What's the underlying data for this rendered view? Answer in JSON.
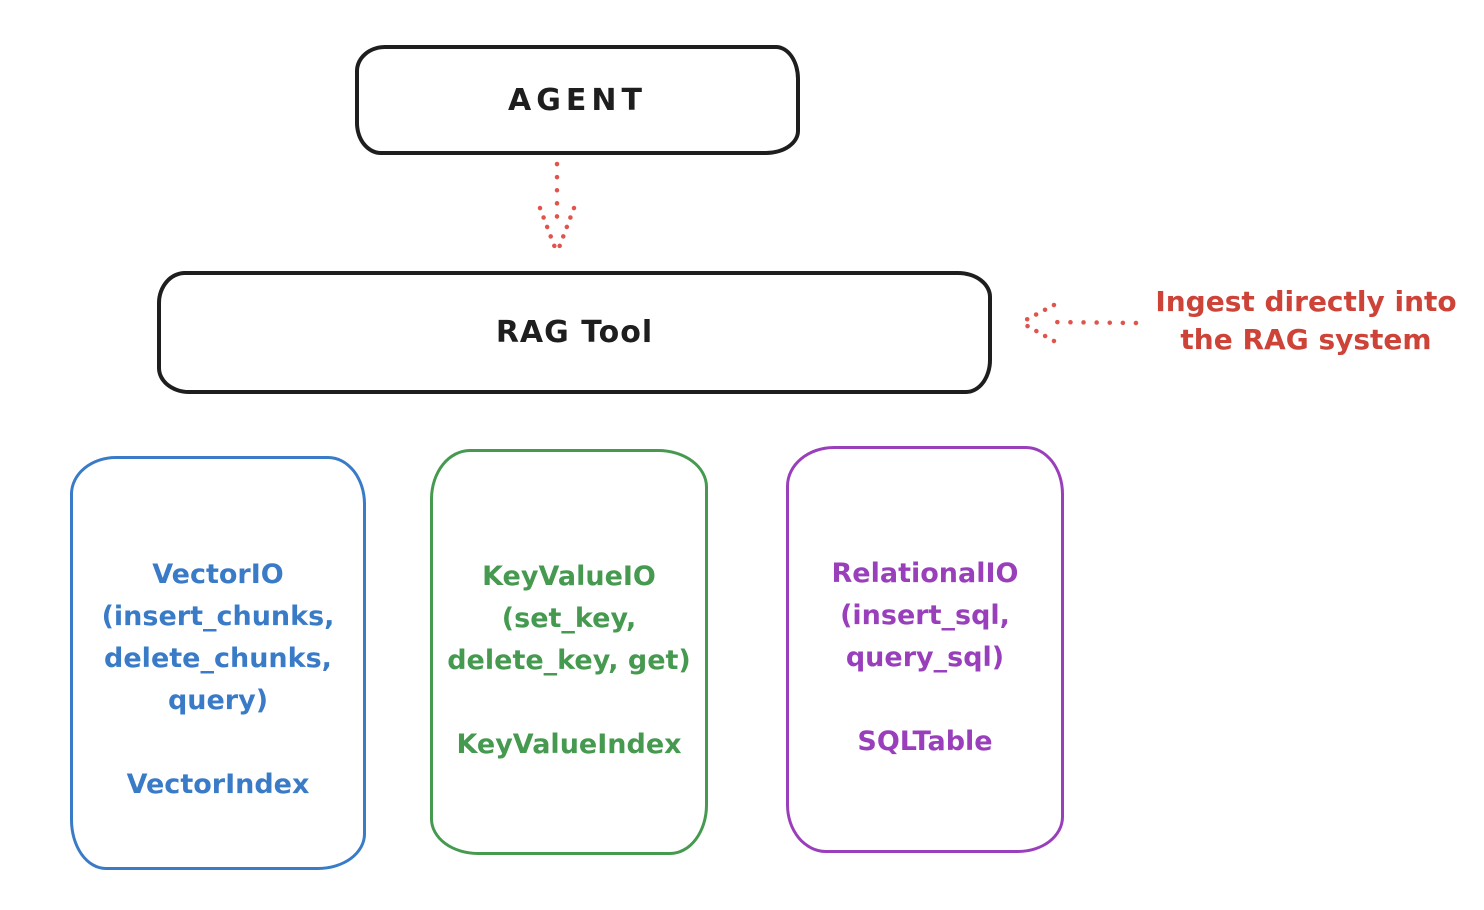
{
  "diagram": {
    "background_color": "#ffffff",
    "stroke_color": "#1e1e1e",
    "arrow_color": "#e0544c",
    "agent_box": {
      "label": "AGENT"
    },
    "rag_box": {
      "label": "RAG Tool"
    },
    "annotation": {
      "line1": "Ingest directly into",
      "line2": "the RAG system",
      "color": "#cd4338"
    },
    "io_boxes": [
      {
        "id": "vector-io",
        "color": "#3a7bc8",
        "lines": [
          "VectorIO",
          "(insert_chunks,",
          "delete_chunks,",
          "query)"
        ],
        "index_label": "VectorIndex"
      },
      {
        "id": "keyvalue-io",
        "color": "#459a50",
        "lines": [
          "KeyValueIO",
          "(set_key,",
          "delete_key, get)"
        ],
        "index_label": "KeyValueIndex"
      },
      {
        "id": "relational-io",
        "color": "#9a3fbc",
        "lines": [
          "RelationalIO",
          "(insert_sql,",
          "query_sql)"
        ],
        "index_label": "SQLTable"
      }
    ]
  }
}
